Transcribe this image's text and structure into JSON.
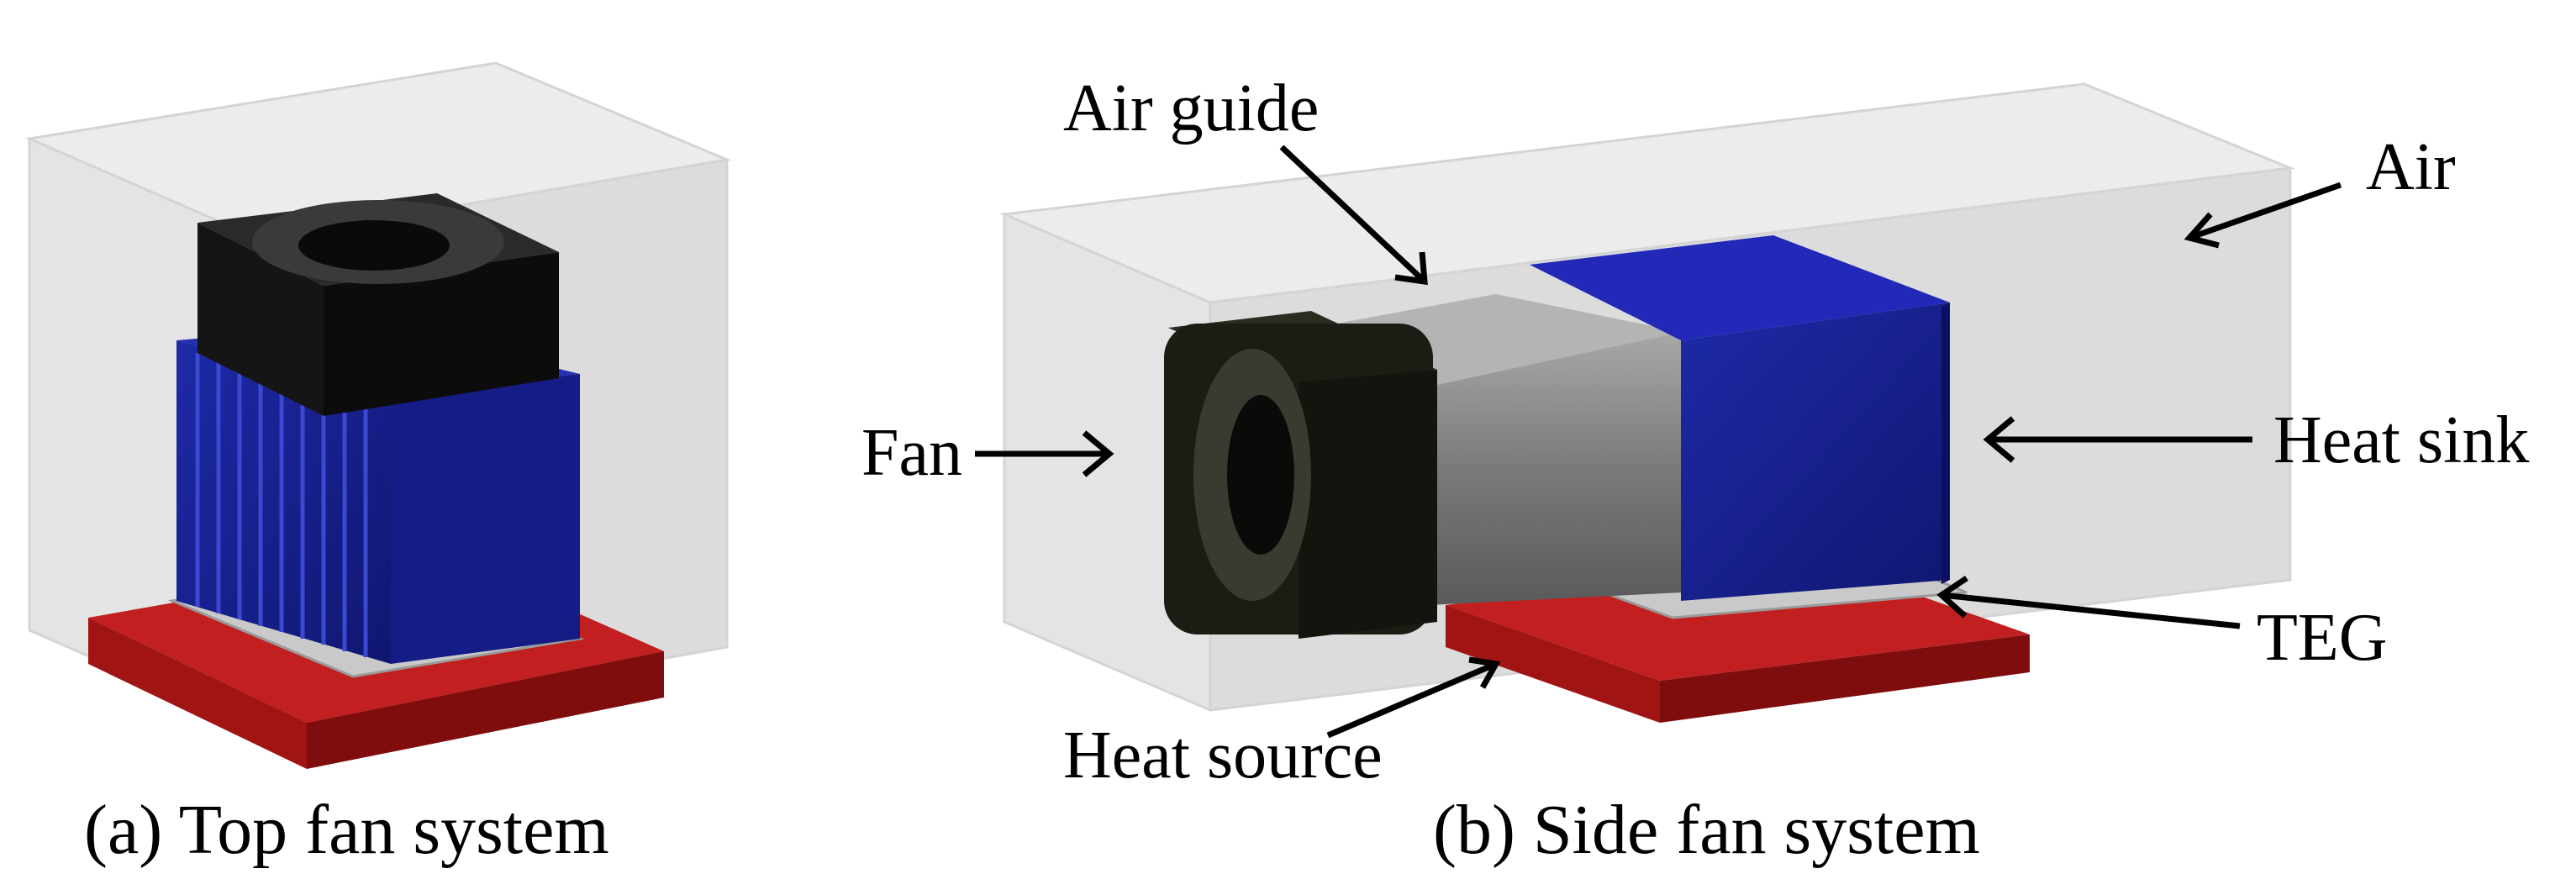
{
  "panel_a": {
    "caption": "(a) Top fan system"
  },
  "panel_b": {
    "caption": "(b) Side fan system",
    "labels": {
      "air_guide": "Air guide",
      "air": "Air",
      "fan": "Fan",
      "heat_sink": "Heat sink",
      "teg": "TEG",
      "heat_source": "Heat source"
    }
  },
  "colors": {
    "air_box": "#e2e2e2",
    "heat_sink": "#1a1f9e",
    "heat_source": "#b01515",
    "fan": "#1c1c1c",
    "air_guide": "#8a8a8a",
    "teg": "#c8c8c8"
  }
}
